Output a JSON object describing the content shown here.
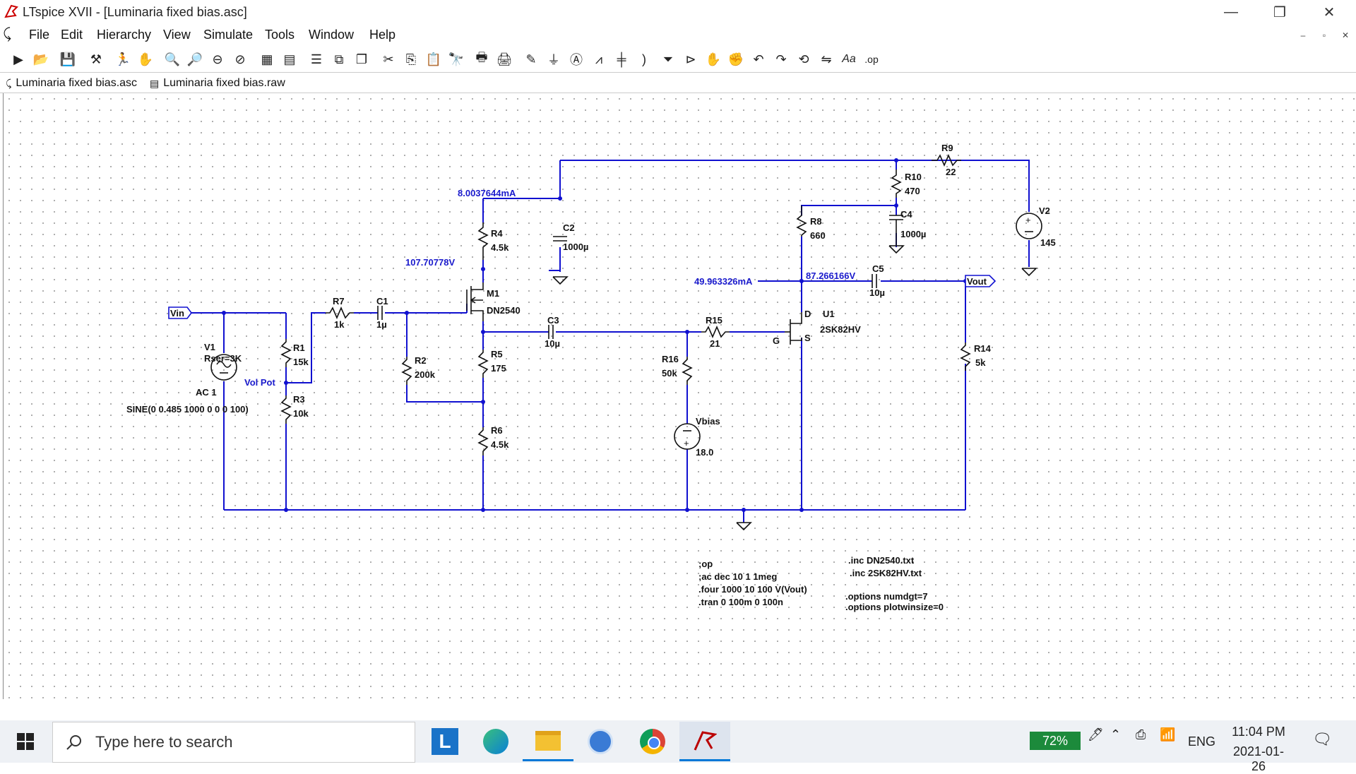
{
  "window": {
    "title": "LTspice XVII - [Luminaria fixed bias.asc]",
    "minimize": "—",
    "restore": "❐",
    "close": "✕"
  },
  "menu": {
    "items": [
      {
        "label": "File"
      },
      {
        "label": "Edit"
      },
      {
        "label": "Hierarchy"
      },
      {
        "label": "View"
      },
      {
        "label": "Simulate"
      },
      {
        "label": "Tools"
      },
      {
        "label": "Window"
      },
      {
        "label": "Help"
      }
    ]
  },
  "mdi": {
    "minimize": "–",
    "restore": "▫",
    "close": "✕"
  },
  "tabs": [
    {
      "label": "Luminaria fixed bias.asc"
    },
    {
      "label": "Luminaria fixed bias.raw"
    }
  ],
  "schematic": {
    "annotations": {
      "i_top": "8.0037644mA",
      "v_drain": "107.70778V",
      "i_out": "49.963326mA",
      "v_out": "87.266166V"
    },
    "netlabels": {
      "vin": "Vin",
      "vout": "Vout",
      "volpot": "Vol Pot"
    },
    "components": {
      "R9": {
        "name": "R9",
        "value": "22"
      },
      "R10": {
        "name": "R10",
        "value": "470"
      },
      "C4": {
        "name": "C4",
        "value": "1000µ"
      },
      "R8": {
        "name": "R8",
        "value": "660"
      },
      "V2": {
        "name": "V2",
        "value": "145"
      },
      "C2": {
        "name": "C2",
        "value": "1000µ"
      },
      "R4": {
        "name": "R4",
        "value": "4.5k"
      },
      "M1": {
        "name": "M1",
        "value": "DN2540"
      },
      "R7": {
        "name": "R7",
        "value": "1k"
      },
      "C1": {
        "name": "C1",
        "value": "1µ"
      },
      "C3": {
        "name": "C3",
        "value": "10µ"
      },
      "R15": {
        "name": "R15",
        "value": "21"
      },
      "C5": {
        "name": "C5",
        "value": "10µ"
      },
      "U1": {
        "name": "U1",
        "value": "2SK82HV"
      },
      "R1": {
        "name": "R1",
        "value": "15k"
      },
      "R3": {
        "name": "R3",
        "value": "10k"
      },
      "R2": {
        "name": "R2",
        "value": "200k"
      },
      "R5": {
        "name": "R5",
        "value": "175"
      },
      "R6": {
        "name": "R6",
        "value": "4.5k"
      },
      "R16": {
        "name": "R16",
        "value": "50k"
      },
      "R14": {
        "name": "R14",
        "value": "5k"
      },
      "Vbias": {
        "name": "Vbias",
        "value": "18.0"
      },
      "V1": {
        "name": "V1",
        "rser": "Rser=3K",
        "ac": "AC 1",
        "sine": "SINE(0 0.485 1000 0 0 0 100)"
      }
    },
    "pins": {
      "d": "D",
      "g": "G",
      "s": "S"
    },
    "directives_left": [
      ";op",
      ";ac dec 10 1 1meg",
      ".four 1000 10 100 V(Vout)",
      ".tran 0 100m 0 100n"
    ],
    "directives_right": [
      ".inc DN2540.txt",
      ".inc 2SK82HV.txt",
      ".options numdgt=7",
      ".options plotwinsize=0"
    ]
  },
  "taskbar": {
    "search_placeholder": "Type here to search",
    "battery": "72%",
    "lang": "ENG",
    "time": "11:04 PM",
    "date": "2021-01-26"
  },
  "colors": {
    "wire": "#1010d0",
    "accent": "#0078d7"
  }
}
